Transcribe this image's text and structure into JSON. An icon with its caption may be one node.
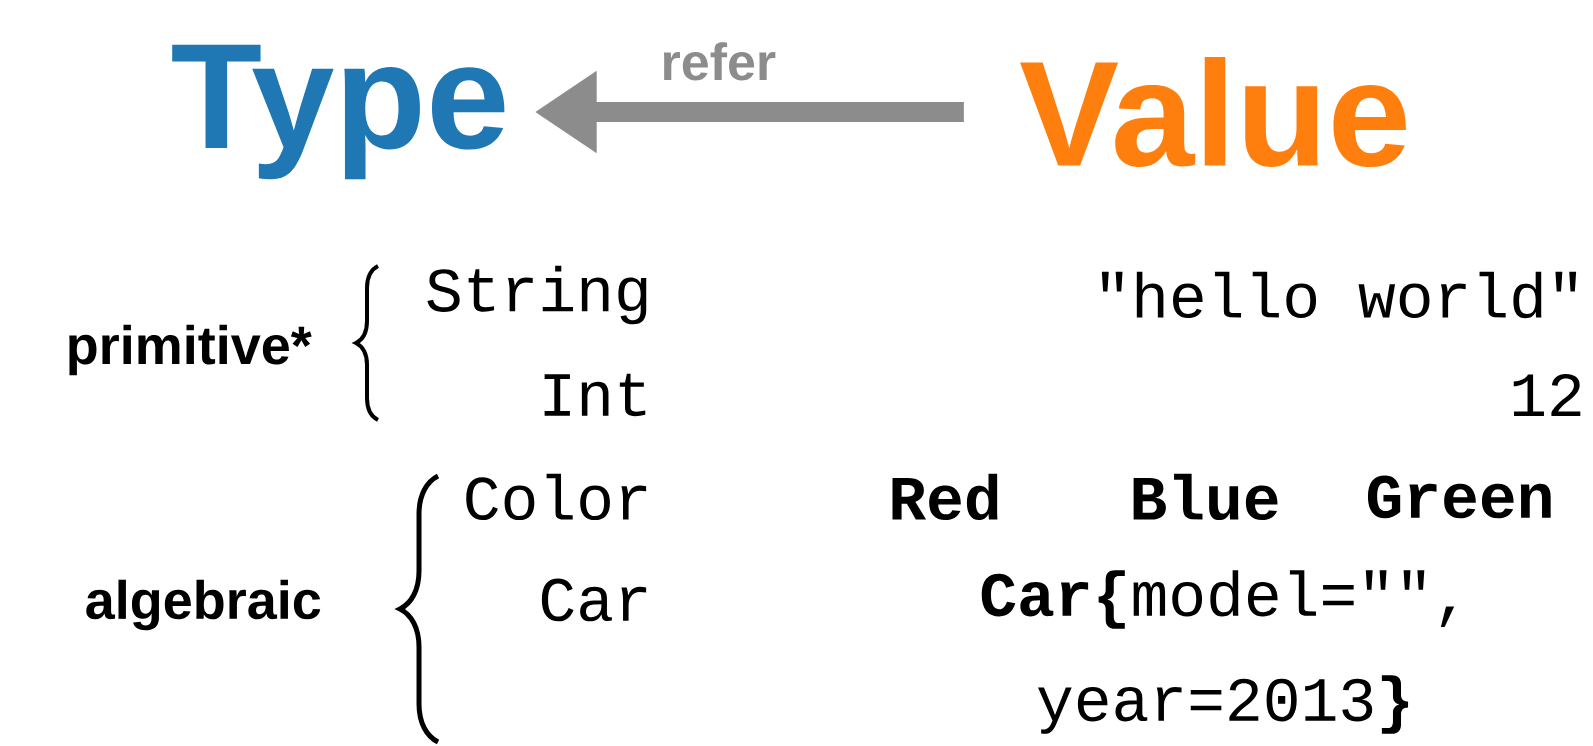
{
  "diagram": {
    "nodes": [
      {
        "text": [
          "Type"
        ]
      },
      {
        "text": [
          "Value"
        ]
      }
    ],
    "edges": [
      {
        "from": 1,
        "to": 0,
        "arrow": "to",
        "label": "refer",
        "color": "#8c8c8c"
      }
    ],
    "labels": [
      "primitive*",
      "String",
      "\"hello world\"",
      "Int",
      "12",
      "algebraic",
      "Color",
      "Red",
      "Blue",
      "Green",
      "Car",
      "**Car{**model=\"\", year=2013**}**"
    ]
  }
}
